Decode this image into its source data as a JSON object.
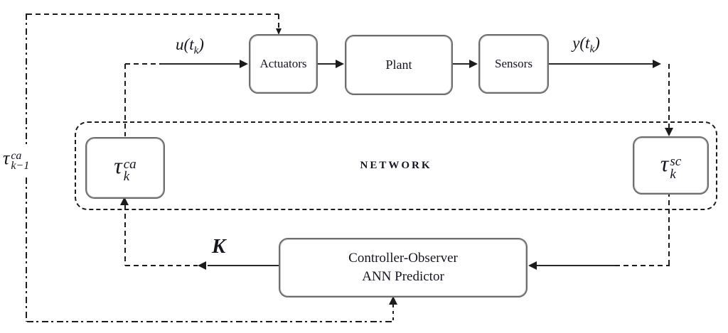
{
  "blocks": {
    "actuators": {
      "label": "Actuators"
    },
    "plant": {
      "label": "Plant"
    },
    "sensors": {
      "label": "Sensors"
    },
    "network": {
      "label": "NETWORK"
    },
    "tau_ca": {
      "base": "τ",
      "sup": "ca",
      "sub": "k"
    },
    "tau_sc": {
      "base": "τ",
      "sup": "sc",
      "sub": "k"
    },
    "controller": {
      "line1": "Controller-Observer",
      "line2": "ANN Predictor"
    }
  },
  "signals": {
    "u": {
      "pre": "u(t",
      "sub": "k",
      "post": ")"
    },
    "y": {
      "pre": "y(t",
      "sub": "k",
      "post": ")"
    },
    "gain": "K",
    "tau_prev": {
      "base": "τ",
      "sup": "ca",
      "sub": "k−1"
    }
  },
  "colors": {
    "line": "#1c1c1c",
    "box_border": "#6e6e6e",
    "text": "#15151f",
    "background": "#ffffff"
  }
}
